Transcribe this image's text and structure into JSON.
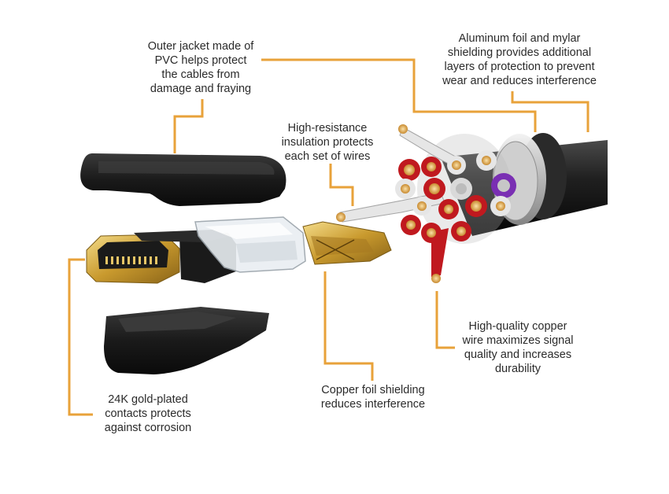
{
  "callouts": {
    "outer_jacket": "Outer jacket made of\nPVC helps protect\nthe cables from\ndamage and fraying",
    "foil_shielding": "Aluminum foil and mylar\nshielding provides additional\nlayers of protection to prevent\nwear and reduces interference",
    "insulation": "High-resistance\ninsulation protects\neach set of wires",
    "copper_wire": "High-quality copper\nwire maximizes signal\nquality and increases\ndurability",
    "copper_foil": "Copper foil shielding\nreduces interference",
    "gold_contacts": "24K gold-plated\ncontacts protects\nagainst corrosion"
  },
  "colors": {
    "leader_line": "#e8a23a",
    "text": "#2b2b2b",
    "housing": "#1c1c1c",
    "gold": "#d4a93a",
    "wire_red": "#c0191f",
    "wire_white": "#e6e6e6",
    "wire_purple": "#7a2fb3",
    "copper": "#d98c3a"
  },
  "icons": [
    "hdmi-plug-icon",
    "cable-cross-section-icon"
  ]
}
